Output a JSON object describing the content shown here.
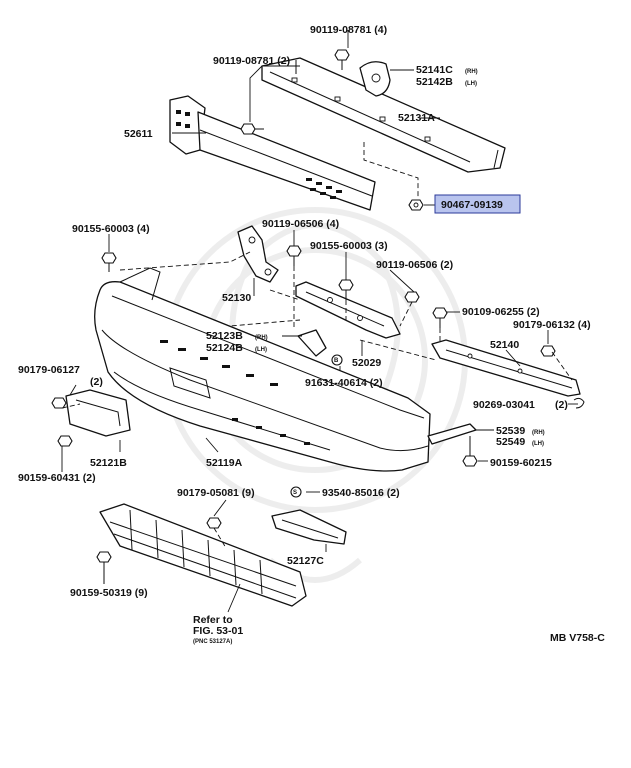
{
  "labels": {
    "l_90119_08781_4": "90119-08781 (4)",
    "l_90119_08781_2": "90119-08781 (2)",
    "l_52141": "52141C",
    "l_52141_sub": "(RH)",
    "l_52142": "52142B",
    "l_52142_sub": "(LH)",
    "l_52611": "52611",
    "l_52131A": "52131A",
    "l_90467": "90467-09139",
    "l_90155_4": "90155-60003 (4)",
    "l_90119_06506_4": "90119-06506 (4)",
    "l_90155_3": "90155-60003 (3)",
    "l_90119_06506_2": "90119-06506 (2)",
    "l_52130": "52130",
    "l_90109": "90109-06255 (2)",
    "l_90179_06132": "90179-06132 (4)",
    "l_52123": "52123B",
    "l_52123_sub": "(RH)",
    "l_52124": "52124B",
    "l_52124_sub": "(LH)",
    "l_52029": "52029",
    "l_52140": "52140",
    "l_90179_06127": "90179-06127",
    "l_90179_06127_qty": "(2)",
    "l_91631": "91631-40614 (2)",
    "l_90269": "90269-03041",
    "l_90269_qty": "(2)",
    "l_52539": "52539",
    "l_52539_sub": "(RH)",
    "l_52549": "52549",
    "l_52549_sub": "(LH)",
    "l_52121B": "52121B",
    "l_52119A": "52119A",
    "l_90159_60215": "90159-60215",
    "l_90159_60431": "90159-60431 (2)",
    "l_90179_05081": "90179-05081 (9)",
    "l_93540": "93540-85016 (2)",
    "l_52127C": "52127C",
    "l_90159_50319": "90159-50319 (9)",
    "refer_line1": "Refer to",
    "refer_line2": "FIG. 53-01",
    "refer_line3": "(PNC 53127A)",
    "diagram_code": "MB V758-C"
  },
  "highlight": {
    "part": "90467-09139",
    "color": "#b9c4ee",
    "border": "#2b3a9a"
  }
}
